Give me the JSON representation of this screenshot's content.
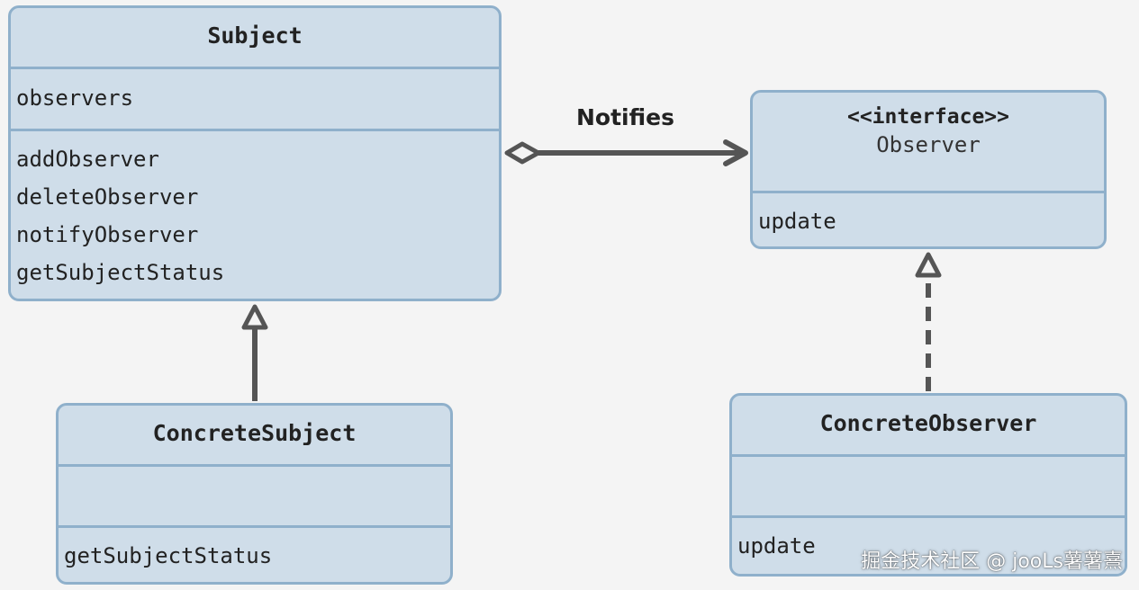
{
  "diagram": {
    "subject": {
      "name": "Subject",
      "attributes": [
        "observers"
      ],
      "operations": [
        "addObserver",
        "deleteObserver",
        "notifyObserver",
        "getSubjectStatus"
      ]
    },
    "observer": {
      "stereotype": "<<interface>>",
      "name": "Observer",
      "operations": [
        "update"
      ]
    },
    "concrete_subject": {
      "name": "ConcreteSubject",
      "attributes": [],
      "operations": [
        "getSubjectStatus"
      ]
    },
    "concrete_observer": {
      "name": "ConcreteObserver",
      "attributes": [],
      "operations": [
        "update"
      ]
    },
    "edges": {
      "notifies_label": "Notifies"
    }
  },
  "watermark": "掘金技术社区 @ jooLs薯薯熹",
  "colors": {
    "box_fill": "#cfdde9",
    "box_border": "#8fb0cb",
    "edge": "#555555"
  }
}
